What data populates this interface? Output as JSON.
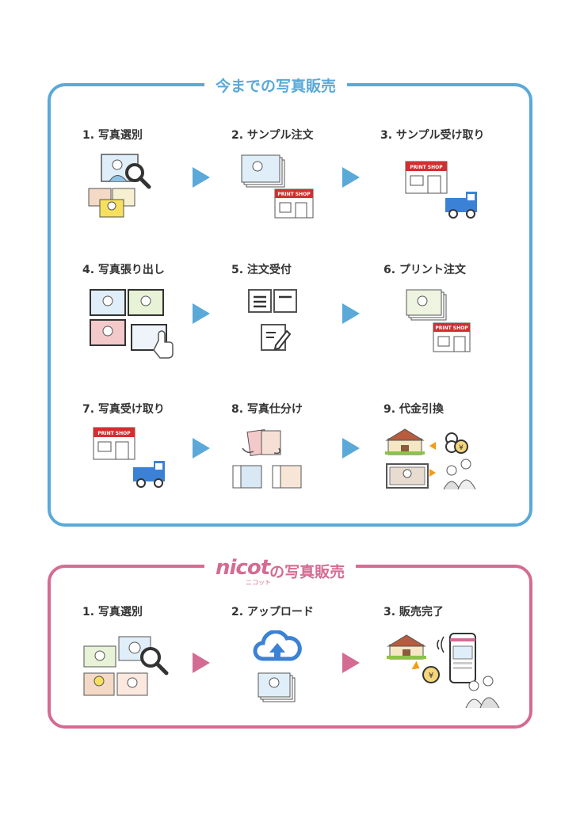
{
  "colors": {
    "old": "#5aa9d8",
    "nicot": "#d46b92"
  },
  "old_flow": {
    "title": "今までの写真販売",
    "steps": [
      {
        "label": "1. 写真選別",
        "icon": "photo-search-icon"
      },
      {
        "label": "2. サンプル注文",
        "icon": "print-shop-order-icon"
      },
      {
        "label": "3. サンプル受け取り",
        "icon": "print-shop-delivery-icon"
      },
      {
        "label": "4. 写真張り出し",
        "icon": "photo-board-icon"
      },
      {
        "label": "5. 注文受付",
        "icon": "order-form-icon"
      },
      {
        "label": "6. プリント注文",
        "icon": "print-shop-order-icon"
      },
      {
        "label": "7. 写真受け取り",
        "icon": "print-shop-delivery-icon"
      },
      {
        "label": "8. 写真仕分け",
        "icon": "photo-sorting-icon"
      },
      {
        "label": "9. 代金引換",
        "icon": "cash-exchange-icon"
      }
    ]
  },
  "nicot_flow": {
    "logo": {
      "word": "nicot",
      "reading": "ニコット"
    },
    "title_suffix": "の写真販売",
    "steps": [
      {
        "label": "1. 写真選別",
        "icon": "photo-search-icon"
      },
      {
        "label": "2. アップロード",
        "icon": "cloud-upload-icon"
      },
      {
        "label": "3. 販売完了",
        "icon": "smartphone-sale-icon"
      }
    ]
  },
  "print_shop_sign": "PRINT SHOP",
  "yen_symbol": "¥"
}
